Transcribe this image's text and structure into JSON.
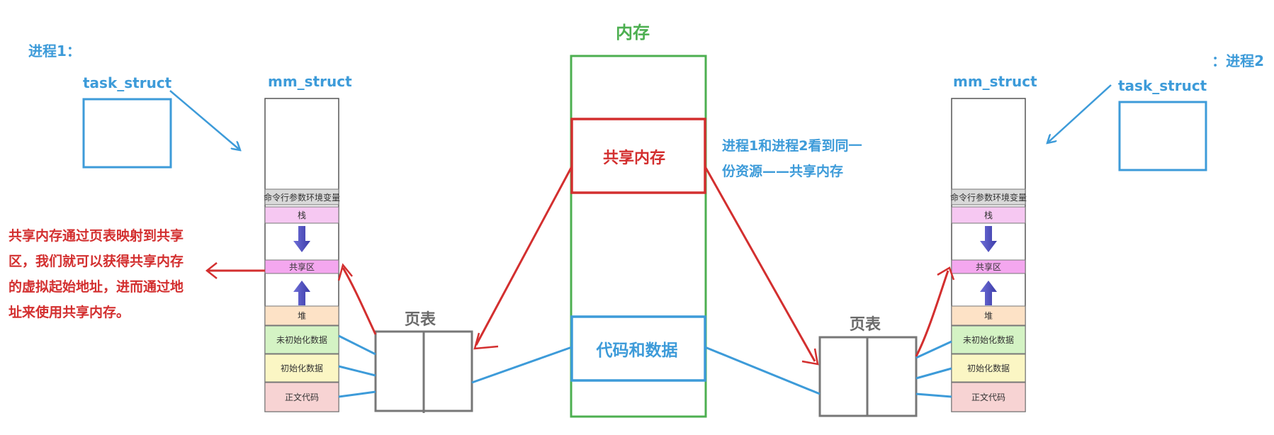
{
  "memory": {
    "title": "内存",
    "shared_label": "共享内存",
    "code_label": "代码和数据"
  },
  "process1": {
    "label": "进程1：",
    "task_label": "task_struct",
    "mm_label": "mm_struct",
    "page_table_label": "页表"
  },
  "process2": {
    "label": "：进程2",
    "task_label": "task_struct",
    "mm_label": "mm_struct",
    "page_table_label": "页表"
  },
  "segments": {
    "args": "命令行参数环境变量",
    "stack": "栈",
    "shared": "共享区",
    "heap": "堆",
    "bss": "未初始化数据",
    "data": "初始化数据",
    "text": "正文代码"
  },
  "notes": {
    "same_resource": [
      "进程1和进程2看到同一",
      "份资源——共享内存"
    ],
    "mapping": [
      "共享内存通过页表映射到共享",
      "区，我们就可以获得共享内存",
      "的虚拟起始地址，进而通过地",
      "址来使用共享内存。"
    ]
  },
  "colors": {
    "blue": "#3d9bd9",
    "green": "#4caf50",
    "red": "#d32f2f",
    "gray": "#777777",
    "stack_fill": "#f6c8f2",
    "shared_fill": "#f4a7ef",
    "args_fill": "#d9d9d9",
    "heap_fill": "#fde2c6",
    "bss_fill": "#d4f3c4",
    "data_fill": "#fbf6c4",
    "text_fill": "#f7d3d3"
  }
}
